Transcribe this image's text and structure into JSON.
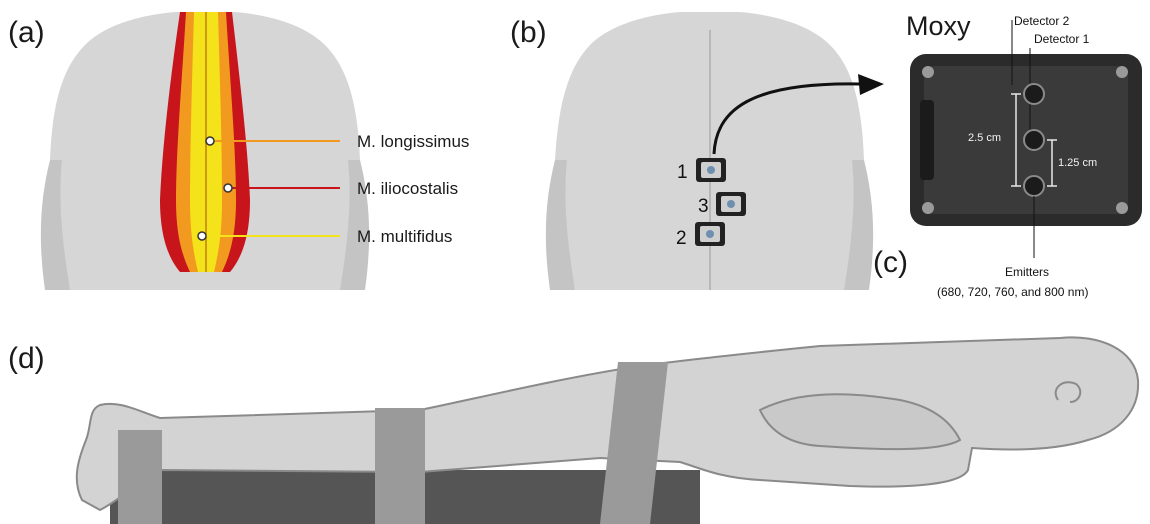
{
  "panels": {
    "a": "(a)",
    "b": "(b)",
    "c": "(c)",
    "d": "(d)"
  },
  "muscles": {
    "longissimus": "M. longissimus",
    "iliocostalis": "M. iliocostalis",
    "multifidus": "M. multifidus"
  },
  "colors": {
    "longissimus": "#f29a1f",
    "iliocostalis": "#c8141b",
    "multifidus": "#f4e21a",
    "skin": "#d9d9d9",
    "device": "#2b2b2b",
    "strap": "#9a9a9a",
    "table": "#555555"
  },
  "sensor_positions": [
    "1",
    "3",
    "2"
  ],
  "device": {
    "title": "Moxy",
    "detector2": "Detector 2",
    "detector1": "Detector 1",
    "distance_long": "2.5 cm",
    "distance_short": "1.25 cm",
    "emitters_label": "Emitters",
    "wavelengths": "(680, 720, 760, and 800 nm)"
  }
}
